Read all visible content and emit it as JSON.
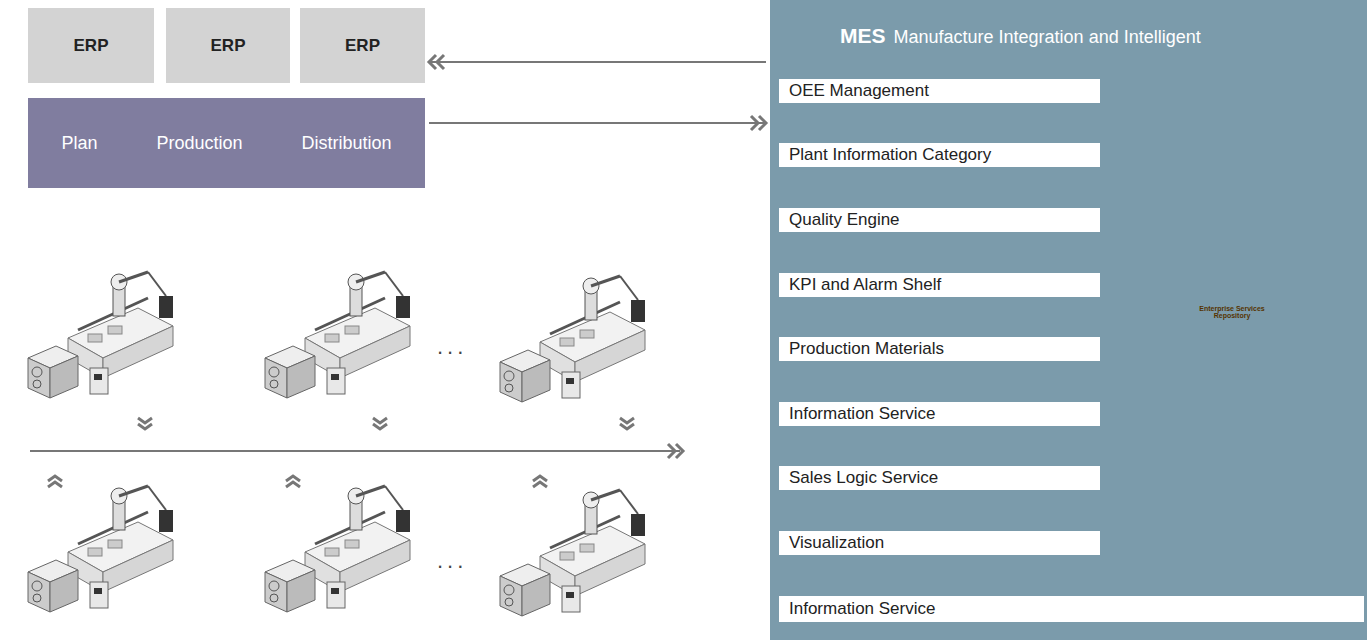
{
  "diagram": {
    "nodes": [
      {
        "text": [
          "ERP"
        ]
      },
      {
        "text": [
          "ERP"
        ]
      },
      {
        "text": [
          "ERP"
        ]
      },
      {
        "text": [
          "Plan",
          "Production",
          "Distribution"
        ]
      },
      {
        "text": [
          "MES",
          "Manufacture Integration and Intelligent"
        ]
      },
      {
        "text": [
          "OEE Management"
        ],
        "in": 4
      },
      {
        "text": [
          "Plant Information Category"
        ],
        "in": 4
      },
      {
        "text": [
          "Quality Engine"
        ],
        "in": 4
      },
      {
        "text": [
          "KPI and Alarm Shelf"
        ],
        "in": 4
      },
      {
        "text": [
          "Production Materials"
        ],
        "in": 4
      },
      {
        "text": [
          "Information Service"
        ],
        "in": 4
      },
      {
        "text": [
          "Sales Logic Service"
        ],
        "in": 4
      },
      {
        "text": [
          "Visualization"
        ],
        "in": 4
      },
      {
        "text": [
          "Information Service"
        ],
        "in": 4
      }
    ],
    "edges": [
      {
        "from": 4,
        "to": 2,
        "arrow": "to"
      },
      {
        "from": 3,
        "to": 4,
        "arrow": "to"
      }
    ],
    "labels": [
      "...",
      "...",
      "Enterprise Services Repository"
    ]
  }
}
